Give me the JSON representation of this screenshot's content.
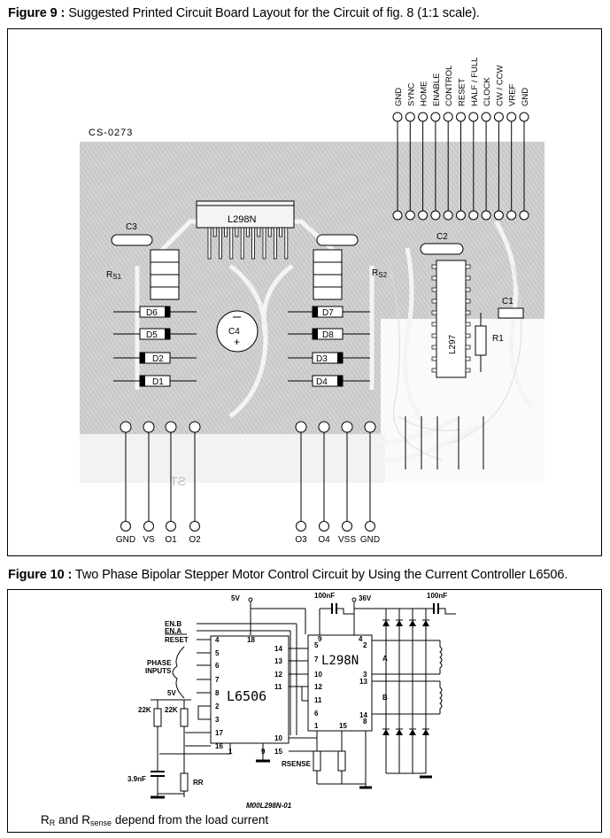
{
  "figure9": {
    "label": "Figure 9 :",
    "caption": "Suggested Printed Circuit Board Layout for the Circuit of fig. 8 (1:1 scale).",
    "board_id": "CS-0273",
    "ic_main": "L298N",
    "ic_controller": "L297",
    "top_connector": [
      "GND",
      "SYNC",
      "HOME",
      "ENABLE",
      "CONTROL",
      "RESET",
      "HALF / FULL",
      "CLOCK",
      "CW / CCW",
      "VREF",
      "GND"
    ],
    "bottom_connector_left": [
      "GND",
      "VS",
      "O1",
      "O2"
    ],
    "bottom_connector_right": [
      "O3",
      "O4",
      "VSS",
      "GND"
    ],
    "components": {
      "c1": "C1",
      "c2": "C2",
      "c3": "C3",
      "c4": "C4",
      "r1": "R1",
      "rs1": "RS1",
      "rs2": "RS2",
      "diodes_left": [
        "D6",
        "D5",
        "D2",
        "D1"
      ],
      "diodes_right": [
        "D7",
        "D8",
        "D3",
        "D4"
      ]
    },
    "mirrored_text": "ST"
  },
  "figure10": {
    "label": "Figure 10 :",
    "caption": "Two Phase Bipolar Stepper Motor Control Circuit by Using the Current Controller L6506.",
    "ic_left": "L6506",
    "ic_right": "L298N",
    "supply_5v": "5V",
    "supply_36v": "36V",
    "cap_100nf": "100nF",
    "cap_3_9nf": "3.9nF",
    "res_22k": "22K",
    "res_rr": "RR",
    "rsense": "RSENSE",
    "signals": [
      "EN.B",
      "EN.A",
      "RESET"
    ],
    "phase_inputs": "PHASE INPUTS",
    "l6506_pins_left": [
      "4",
      "5",
      "6",
      "7",
      "8",
      "2",
      "3",
      "17",
      "16"
    ],
    "l6506_pins_right": [
      "14",
      "13",
      "12",
      "11",
      "10",
      "15"
    ],
    "l6506_pins_top": [
      "18"
    ],
    "l6506_pins_bottom": [
      "1",
      "9"
    ],
    "l298_pins_left": [
      "5",
      "7",
      "10",
      "12",
      "11",
      "6"
    ],
    "l298_pins_top": [
      "9",
      "4",
      "2"
    ],
    "l298_pins_right": [
      "3",
      "13",
      "14",
      "8"
    ],
    "l298_pins_bottom": [
      "1",
      "15"
    ],
    "coil_a": "A",
    "coil_b": "B",
    "drawing_code": "M00L298N-01",
    "note_prefix": "R",
    "note_sub1": "R",
    "note_mid": " and R",
    "note_sub2": "sense",
    "note_suffix": " depend from the load current"
  }
}
